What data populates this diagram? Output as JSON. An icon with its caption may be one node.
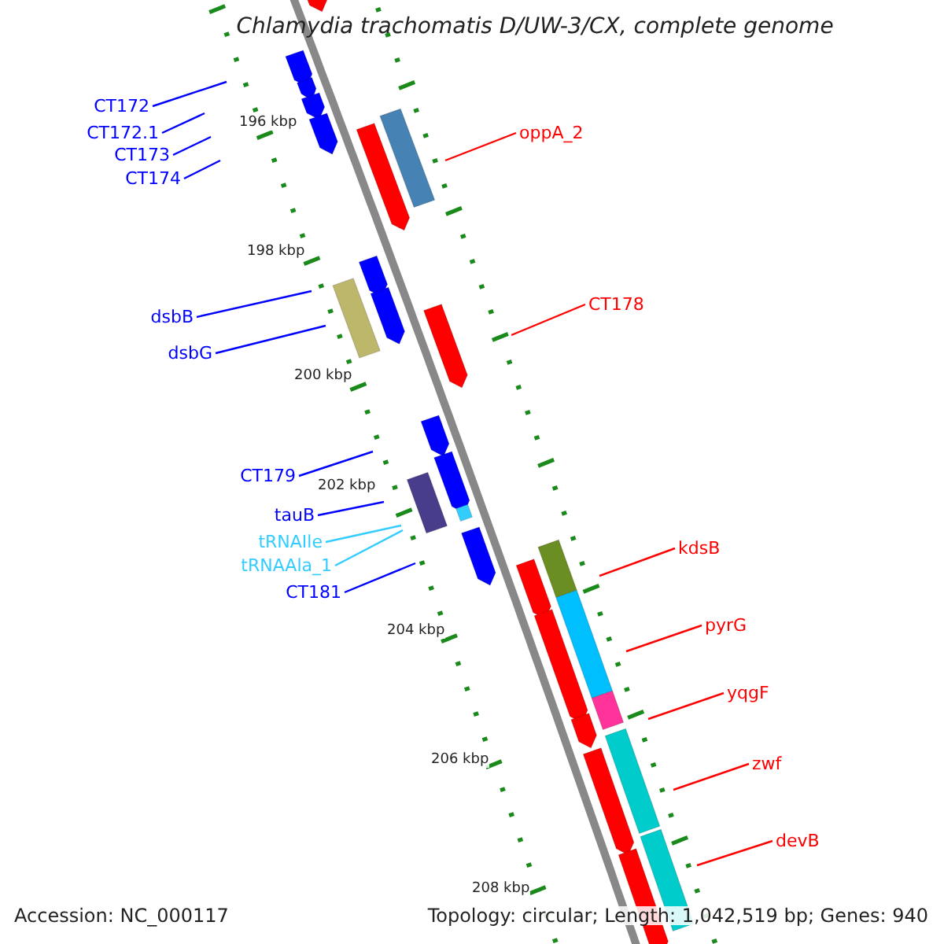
{
  "diagram": {
    "title": "Chlamydia trachomatis D/UW-3/CX, complete genome",
    "nodes": [
      {
        "text": [
          "CT172"
        ]
      },
      {
        "text": [
          "CT172.1"
        ]
      },
      {
        "text": [
          "CT173"
        ]
      },
      {
        "text": [
          "CT174"
        ]
      },
      {
        "text": [
          "oppA_2"
        ]
      },
      {
        "text": [
          "dsbB"
        ]
      },
      {
        "text": [
          "dsbG"
        ]
      },
      {
        "text": [
          "CT178"
        ]
      },
      {
        "text": [
          "CT179"
        ]
      },
      {
        "text": [
          "tauB"
        ]
      },
      {
        "text": [
          "tRNAIle"
        ]
      },
      {
        "text": [
          "tRNAAla_1"
        ]
      },
      {
        "text": [
          "CT181"
        ]
      },
      {
        "text": [
          "kdsB"
        ]
      },
      {
        "text": [
          "pyrG"
        ]
      },
      {
        "text": [
          "yqgF"
        ]
      },
      {
        "text": [
          "zwf"
        ]
      },
      {
        "text": [
          "devB"
        ]
      }
    ],
    "edges": [
      {
        "from": 0,
        "to": null,
        "arrow": "none",
        "color": "#0000ff"
      },
      {
        "from": 1,
        "to": null,
        "arrow": "none",
        "color": "#0000ff"
      },
      {
        "from": 2,
        "to": null,
        "arrow": "none",
        "color": "#0000ff"
      },
      {
        "from": 3,
        "to": null,
        "arrow": "none",
        "color": "#0000ff"
      },
      {
        "from": 4,
        "to": null,
        "arrow": "none",
        "color": "#ff0000"
      },
      {
        "from": 5,
        "to": null,
        "arrow": "none",
        "color": "#0000ff"
      },
      {
        "from": 6,
        "to": null,
        "arrow": "none",
        "color": "#0000ff"
      },
      {
        "from": 7,
        "to": null,
        "arrow": "none",
        "color": "#ff0000"
      },
      {
        "from": 8,
        "to": null,
        "arrow": "none",
        "color": "#0000ff"
      },
      {
        "from": 9,
        "to": null,
        "arrow": "none",
        "color": "#0000ff"
      },
      {
        "from": 10,
        "to": null,
        "arrow": "none",
        "color": "#33ccff"
      },
      {
        "from": 11,
        "to": null,
        "arrow": "none",
        "color": "#33ccff"
      },
      {
        "from": 12,
        "to": null,
        "arrow": "none",
        "color": "#0000ff"
      },
      {
        "from": 13,
        "to": null,
        "arrow": "none",
        "color": "#ff0000"
      },
      {
        "from": 14,
        "to": null,
        "arrow": "none",
        "color": "#ff0000"
      },
      {
        "from": 15,
        "to": null,
        "arrow": "none",
        "color": "#ff0000"
      },
      {
        "from": 16,
        "to": null,
        "arrow": "none",
        "color": "#ff0000"
      },
      {
        "from": 17,
        "to": null,
        "arrow": "none",
        "color": "#ff0000"
      }
    ],
    "labels": [
      "196 kbp",
      "198 kbp",
      "200 kbp",
      "202 kbp",
      "204 kbp",
      "206 kbp",
      "208 kbp",
      "Accession: NC_000117",
      "Topology: circular; Length: 1,042,519 bp; Genes: 940"
    ]
  }
}
